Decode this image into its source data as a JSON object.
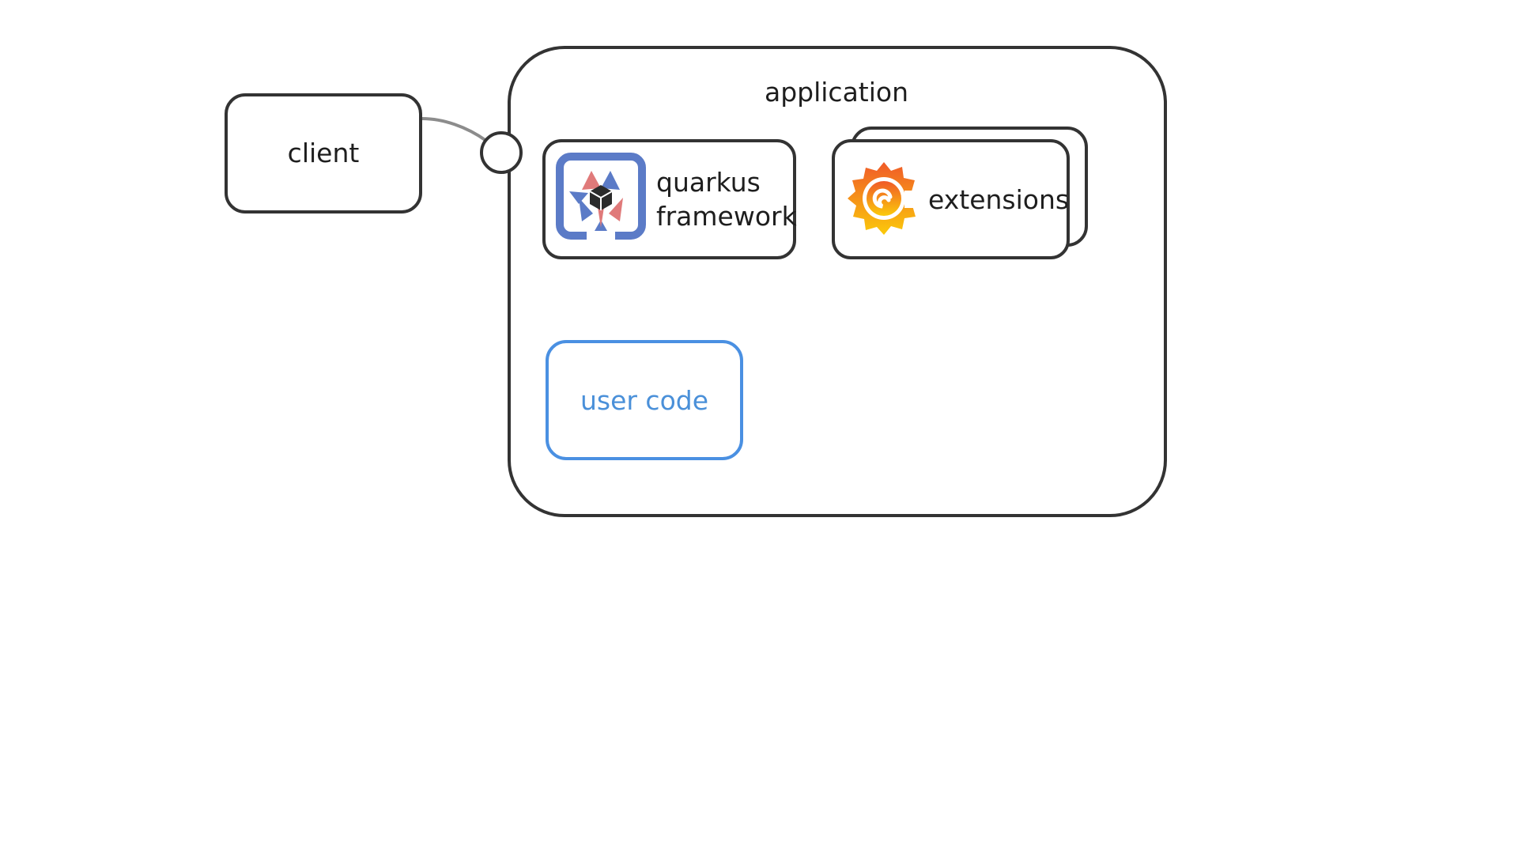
{
  "diagram": {
    "client": {
      "label": "client"
    },
    "application": {
      "label": "application"
    },
    "quarkus": {
      "line1": "quarkus",
      "line2": "framework",
      "logo_icon": "quarkus-logo-icon"
    },
    "extensions": {
      "label": "extensions",
      "logo_icon": "grafana-logo-icon"
    },
    "user_code": {
      "label": "user code"
    }
  },
  "colors": {
    "stroke": "#333333",
    "user_code_accent": "#4a90e2",
    "connector": "#8c8c8c"
  }
}
